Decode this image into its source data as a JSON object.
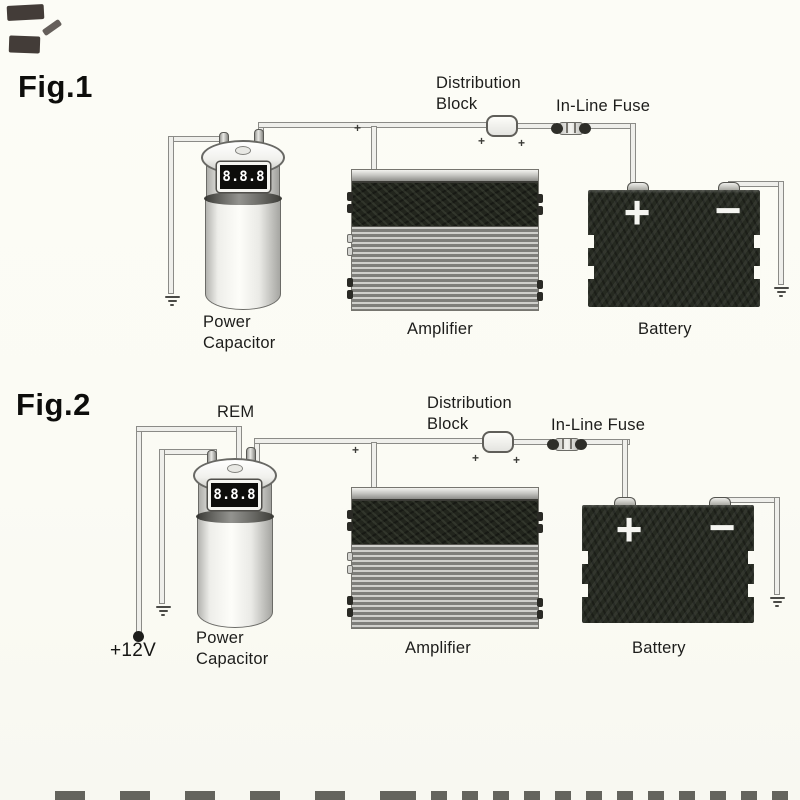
{
  "page": {
    "background": "#fbfbf4",
    "ink": "#1d1d1b"
  },
  "colors": {
    "wire_fill": "#efefeb",
    "wire_border": "#8b8b87",
    "battery_body": "#262a21",
    "amplifier_dark_band": "#22251d",
    "display_background": "#0d0d0b",
    "display_digits": "#ffffff"
  },
  "figure1": {
    "title": "Fig.1",
    "labels": {
      "distribution_line1": "Distribution",
      "distribution_line2": "Block",
      "inline_fuse": "In-Line Fuse",
      "power_capacitor_line1": "Power",
      "power_capacitor_line2": "Capacitor",
      "amplifier": "Amplifier",
      "battery": "Battery"
    },
    "capacitor_display": "8.8.8",
    "battery_plus": "+",
    "battery_minus": "−",
    "polarity_mark": "+"
  },
  "figure2": {
    "title": "Fig.2",
    "rem_label": "REM",
    "supply_label": "+12V",
    "labels": {
      "distribution_line1": "Distribution",
      "distribution_line2": "Block",
      "inline_fuse": "In-Line Fuse",
      "power_capacitor_line1": "Power",
      "power_capacitor_line2": "Capacitor",
      "amplifier": "Amplifier",
      "battery": "Battery"
    },
    "capacitor_display": "8.8.8",
    "battery_plus": "+",
    "battery_minus": "−",
    "polarity_mark": "+"
  }
}
